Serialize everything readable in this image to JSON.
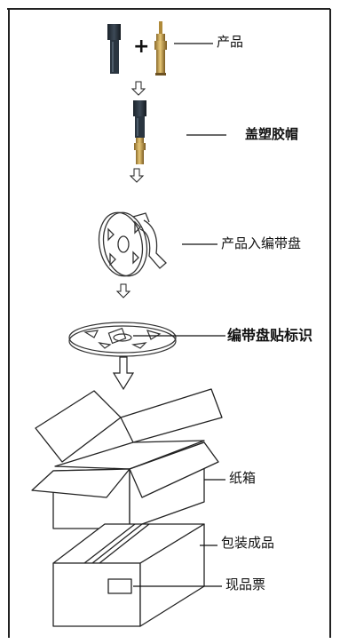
{
  "labels": {
    "product": "产品",
    "cap": "盖塑胶帽",
    "product_into_reel": "产品入编带盘",
    "reel_label": "编带盘贴标识",
    "carton": "纸箱",
    "packed_product": "包装成品",
    "product_ticket": "现品票",
    "plus": "+"
  },
  "colors": {
    "ink": "#111111",
    "metal": "#c9a45a",
    "cap": "#2a3540",
    "frame": "#222222"
  }
}
